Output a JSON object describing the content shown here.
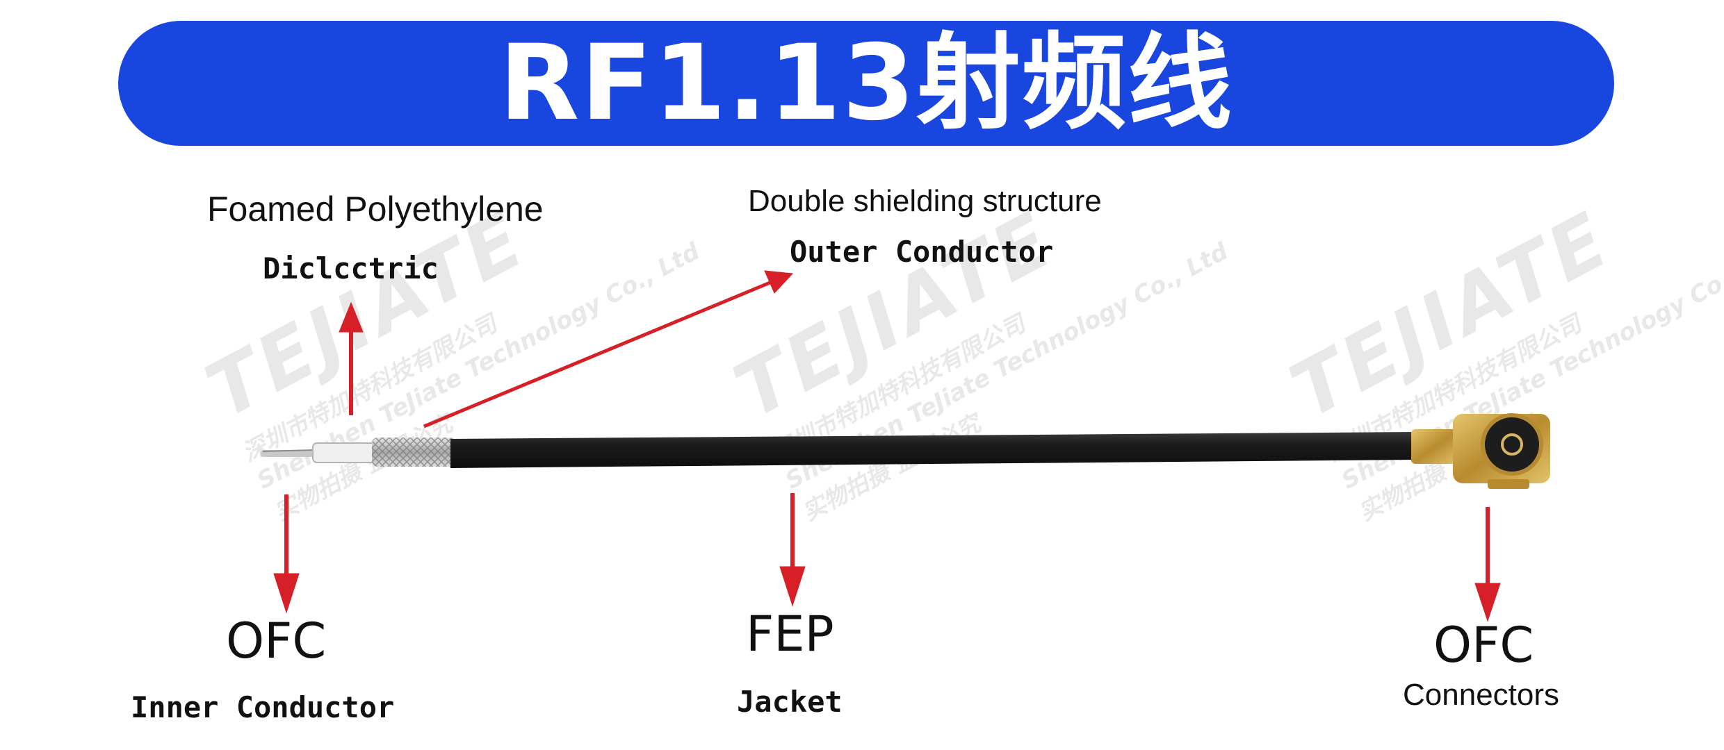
{
  "header": {
    "title": "RF1.13射频线"
  },
  "labels": {
    "dielectric_material": "Foamed Polyethylene",
    "dielectric_part": "Diclcctric",
    "shield_material": "Double shielding structure",
    "shield_part": "Outer Conductor",
    "inner_material": "OFC",
    "inner_part": "Inner Conductor",
    "jacket_material": "FEP",
    "jacket_part": "Jacket",
    "connector_material": "OFC",
    "connector_part": "Connectors"
  },
  "watermark": {
    "brand": "TEJIATE",
    "company_cn": "深圳市特加特科技有限公司",
    "company_en": "Shenzhen TeJiate Technology Co., Ltd",
    "note_cn": "实物拍摄 盗图必究"
  },
  "colors": {
    "banner": "#1a46e0",
    "arrow": "#d61f26",
    "cable": "#1b1b1b",
    "connector": "#c9a24a"
  }
}
